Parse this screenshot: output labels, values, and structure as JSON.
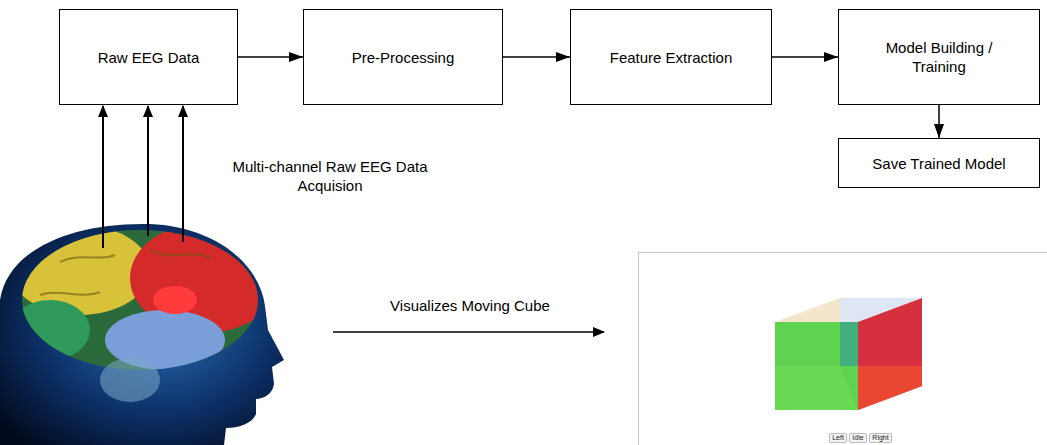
{
  "diagram": {
    "nodes": [
      {
        "text": [
          "Raw EEG Data"
        ]
      },
      {
        "text": [
          "Pre-Processing"
        ]
      },
      {
        "text": [
          "Feature Extraction"
        ]
      },
      {
        "text": [
          "Model Building / Training"
        ]
      },
      {
        "text": [
          "Save Trained Model"
        ]
      },
      {
        "text": [
          "Left"
        ]
      },
      {
        "text": [
          "Idle"
        ]
      },
      {
        "text": [
          "Right"
        ]
      }
    ],
    "edges": [
      {
        "from": 0,
        "to": 1,
        "arrow": "to"
      },
      {
        "from": 1,
        "to": 2,
        "arrow": "to"
      },
      {
        "from": 2,
        "to": 3,
        "arrow": "to"
      },
      {
        "from": 3,
        "to": 4,
        "arrow": "to"
      }
    ],
    "labels": [
      "Multi-channel Raw EEG Data Acquision",
      "Visualizes Moving Cube"
    ]
  }
}
